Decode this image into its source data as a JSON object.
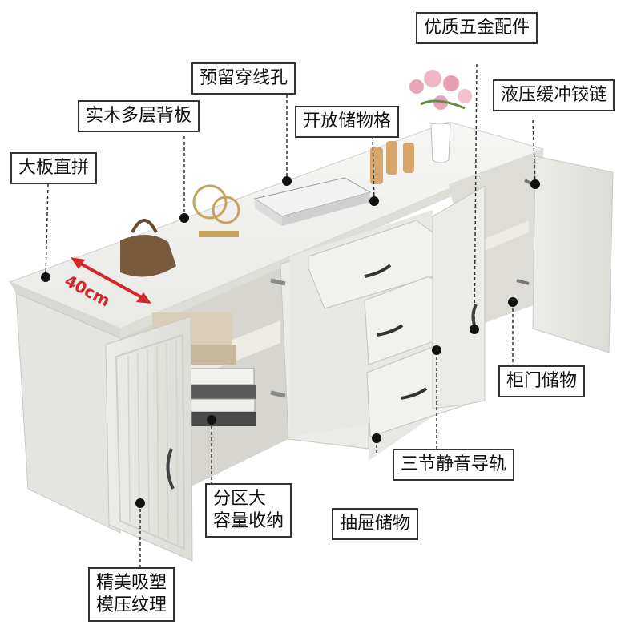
{
  "labels": {
    "premium_hardware": "优质五金配件",
    "wire_hole": "预留穿线孔",
    "hydraulic_hinge": "液压缓冲铰链",
    "solid_wood_back": "实木多层背板",
    "open_storage": "开放储物格",
    "large_board": "大板直拼",
    "cabinet_door_storage": "柜门储物",
    "silent_rail": "三节静音导轨",
    "partition_line1": "分区大",
    "partition_line2": "容量收纳",
    "drawer_storage": "抽屉储物",
    "molded_texture_line1": "精美吸塑",
    "molded_texture_line2": "模压纹理"
  },
  "dimension": {
    "depth": "40cm",
    "color": "#d42828"
  },
  "colors": {
    "cabinet": "#efefec",
    "cabinet_shadow": "#cfcfcb",
    "interior": "#e2e1dc",
    "label_border": "#333333",
    "marker": "#111111"
  }
}
